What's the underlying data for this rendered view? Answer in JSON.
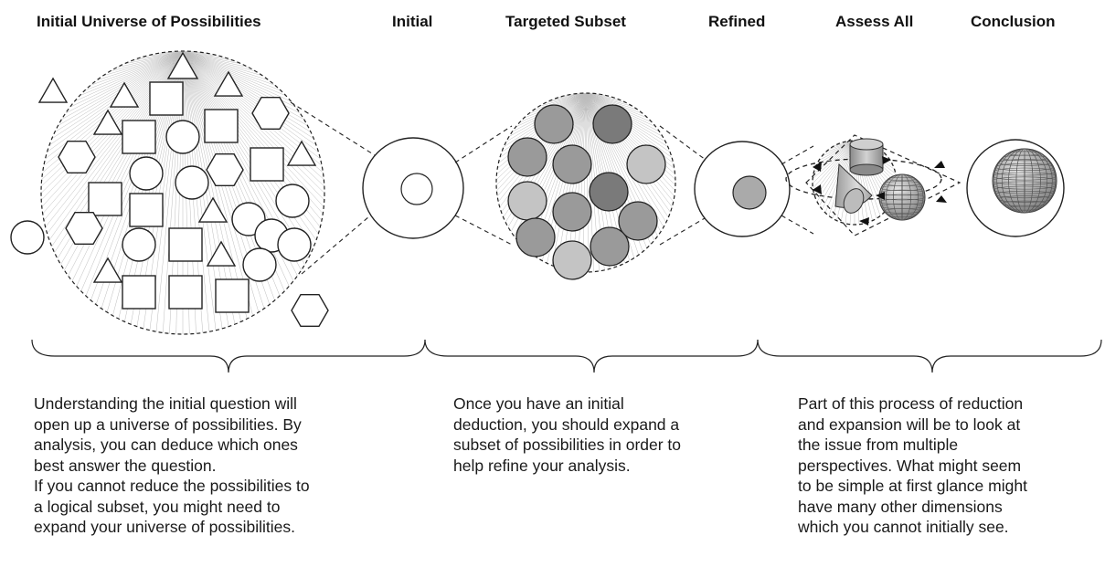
{
  "headings": {
    "universe": "Initial Universe of Possibilities",
    "initial": "Initial",
    "targeted": "Targeted Subset",
    "refined": "Refined",
    "assess": "Assess All",
    "conclusion": "Conclusion"
  },
  "captions": {
    "left": [
      "Understanding the initial question will",
      "open up a universe of possibilities. By",
      "analysis, you can deduce which ones",
      "best answer the question.",
      "If you cannot reduce the possibilities to",
      "a logical subset, you might need to",
      "expand your universe of possibilities."
    ],
    "middle": [
      "Once you have an initial",
      "deduction, you should expand a",
      "subset of possibilities in order to",
      "help refine your analysis."
    ],
    "right": [
      "Part of this process of reduction",
      "and expansion will be to look at",
      "the issue from multiple",
      "perspectives. What might seem",
      "to be simple at first glance might",
      "have many other dimensions",
      "which you cannot initially see."
    ]
  },
  "colors": {
    "stroke": "#222222",
    "ray": "#bdbdbd",
    "circle_dark": "#7a7a7a",
    "circle_mid": "#9a9a9a",
    "circle_light": "#c4c4c4"
  }
}
